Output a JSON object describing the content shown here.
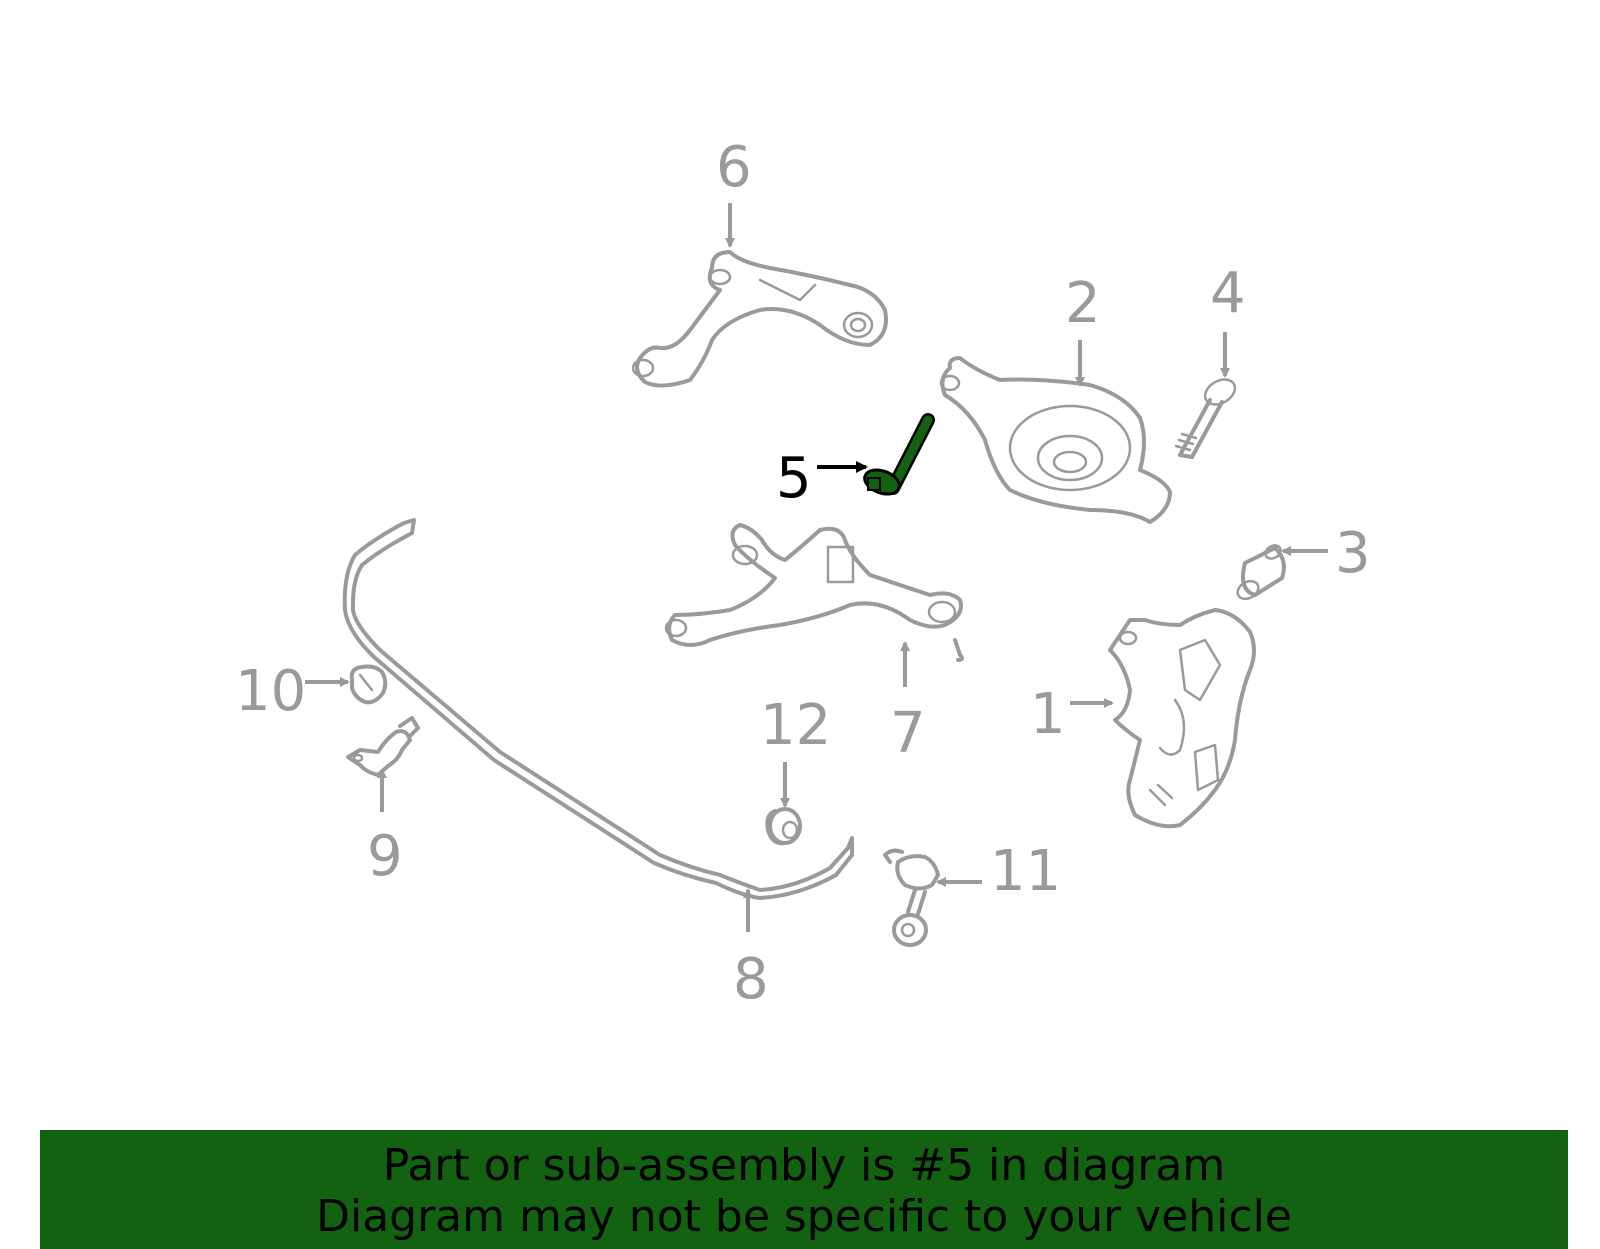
{
  "diagram": {
    "callouts": [
      "1",
      "2",
      "3",
      "4",
      "5",
      "6",
      "7",
      "8",
      "9",
      "10",
      "11",
      "12"
    ],
    "highlighted_part": "5",
    "highlight_color": "#126212",
    "parts": [
      "knuckle",
      "lower-control-arm",
      "bushing",
      "bolt",
      "cam-bolt",
      "upper-control-arm",
      "trailing-arm",
      "stabilizer-bar",
      "bar-bracket",
      "bar-bushing",
      "stabilizer-link",
      "link-bushing"
    ]
  },
  "banner": {
    "line1": "Part or sub-assembly is #5 in diagram",
    "line2": "Diagram may not be specific to your vehicle",
    "background": "#126212"
  }
}
